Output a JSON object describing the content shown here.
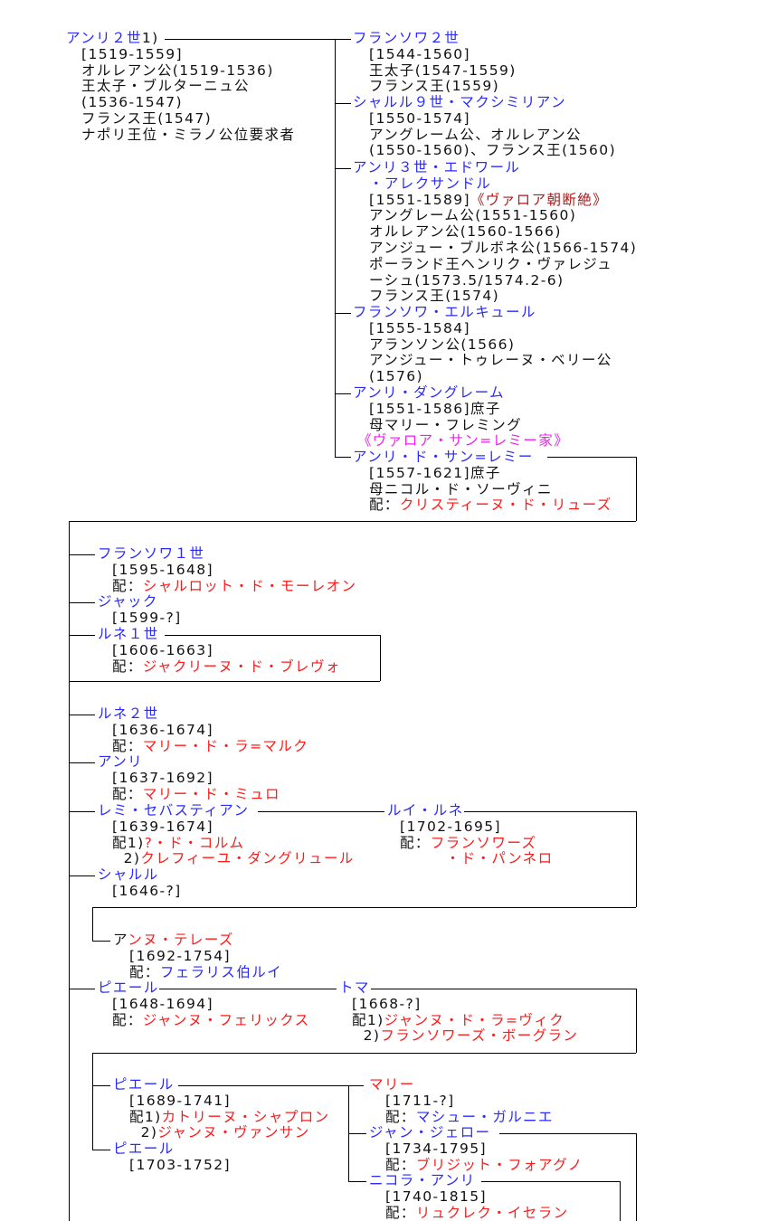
{
  "colors": {
    "k": "#111111",
    "b": "#2a2aff",
    "r": "#ff1a1a",
    "dr": "#b01818",
    "p": "#f01ef0"
  },
  "blocks": [
    {
      "lines": [
        [
          [
            "b",
            "アンリ２世"
          ],
          [
            "k",
            "1)"
          ]
        ],
        [
          [
            "k",
            "[1519-1559]"
          ]
        ],
        [
          [
            "k",
            "オルレアン公(1519-1536)"
          ]
        ],
        [
          [
            "k",
            "王太子・ブルターニュ公"
          ]
        ],
        [
          [
            "k",
            "(1536-1547)"
          ]
        ],
        [
          [
            "k",
            "フランス王(1547)"
          ]
        ],
        [
          [
            "k",
            "ナポリ王位・ミラノ公位要求者"
          ]
        ]
      ]
    },
    {
      "lines": [
        [
          [
            "b",
            "フランソワ２世"
          ]
        ],
        [
          [
            "k",
            "[1544-1560]"
          ]
        ],
        [
          [
            "k",
            "王太子(1547-1559)"
          ]
        ],
        [
          [
            "k",
            "フランス王(1559)"
          ]
        ]
      ]
    },
    {
      "lines": [
        [
          [
            "b",
            "シャルル９世・マクシミリアン"
          ]
        ],
        [
          [
            "k",
            "[1550-1574]"
          ]
        ],
        [
          [
            "k",
            "アングレーム公、オルレアン公"
          ]
        ],
        [
          [
            "k",
            "(1550-1560)、フランス王(1560)"
          ]
        ]
      ]
    },
    {
      "lines": [
        [
          [
            "b",
            "アンリ３世・エドワール"
          ]
        ],
        [
          [
            "b",
            "・アレクサンドル"
          ]
        ],
        [
          [
            "k",
            "[1551-1589]"
          ],
          [
            "dr",
            "《ヴァロア朝断絶》"
          ]
        ],
        [
          [
            "k",
            "アングレーム公(1551-1560)"
          ]
        ],
        [
          [
            "k",
            "オルレアン公(1560-1566)"
          ]
        ],
        [
          [
            "k",
            "アンジュー・ブルボネ公(1566-1574)"
          ]
        ],
        [
          [
            "k",
            "ポーランド王ヘンリク・ヴァレジュ"
          ]
        ],
        [
          [
            "k",
            "ーシュ(1573.5/1574.2-6)"
          ]
        ],
        [
          [
            "k",
            "フランス王(1574)"
          ]
        ]
      ]
    },
    {
      "lines": [
        [
          [
            "b",
            "フランソワ・エルキュール"
          ]
        ],
        [
          [
            "k",
            "[1555-1584]"
          ]
        ],
        [
          [
            "k",
            "アランソン公(1566)"
          ]
        ],
        [
          [
            "k",
            "アンジュー・トゥレーヌ・ベリー公"
          ]
        ],
        [
          [
            "k",
            "(1576)"
          ]
        ]
      ]
    },
    {
      "lines": [
        [
          [
            "b",
            "アンリ・ダングレーム"
          ]
        ],
        [
          [
            "k",
            "[1551-1586]庶子"
          ]
        ],
        [
          [
            "k",
            "母マリー・フレミング"
          ]
        ]
      ]
    },
    {
      "lines": [
        [
          [
            "p",
            "《ヴァロア・サン=レミー家》"
          ]
        ]
      ]
    },
    {
      "lines": [
        [
          [
            "b",
            "アンリ・ド・サン=レミー"
          ]
        ],
        [
          [
            "k",
            "[1557-1621]庶子"
          ]
        ],
        [
          [
            "k",
            "母ニコル・ド・ソーヴィニ"
          ]
        ],
        [
          [
            "k",
            "配："
          ],
          [
            "r",
            "クリスティーヌ・ド・リューズ"
          ]
        ]
      ]
    },
    {
      "lines": [
        [
          [
            "b",
            "フランソワ１世"
          ]
        ],
        [
          [
            "k",
            "[1595-1648]"
          ]
        ],
        [
          [
            "k",
            "配："
          ],
          [
            "r",
            "シャルロット・ド・モーレオン"
          ]
        ]
      ]
    },
    {
      "lines": [
        [
          [
            "b",
            "ジャック"
          ]
        ],
        [
          [
            "k",
            "[1599-?]"
          ]
        ]
      ]
    },
    {
      "lines": [
        [
          [
            "b",
            "ルネ１世"
          ]
        ],
        [
          [
            "k",
            "[1606-1663]"
          ]
        ],
        [
          [
            "k",
            "配："
          ],
          [
            "r",
            "ジャクリーヌ・ド・ブレヴォ"
          ]
        ]
      ]
    },
    {
      "lines": [
        [
          [
            "b",
            "ルネ２世"
          ]
        ],
        [
          [
            "k",
            "[1636-1674]"
          ]
        ],
        [
          [
            "k",
            "配："
          ],
          [
            "r",
            "マリー・ド・ラ=マルク"
          ]
        ]
      ]
    },
    {
      "lines": [
        [
          [
            "b",
            "アンリ"
          ]
        ],
        [
          [
            "k",
            "[1637-1692]"
          ]
        ],
        [
          [
            "k",
            "配："
          ],
          [
            "r",
            "マリー・ド・ミュロ"
          ]
        ]
      ]
    },
    {
      "lines": [
        [
          [
            "b",
            "レミ・セバスティアン"
          ]
        ],
        [
          [
            "k",
            "[1639-1674]"
          ]
        ],
        [
          [
            "k",
            "配1)"
          ],
          [
            "r",
            "?・ド・コルム"
          ]
        ],
        [
          [
            "k",
            "  2)"
          ],
          [
            "r",
            "クレフィーユ・ダングリュール"
          ]
        ]
      ]
    },
    {
      "lines": [
        [
          [
            "b",
            "ルイ・ルネ"
          ]
        ],
        [
          [
            "k",
            "[1702-1695]"
          ]
        ],
        [
          [
            "k",
            "配："
          ],
          [
            "r",
            "フランソワーズ"
          ]
        ],
        [
          [
            "r",
            "　　　・ド・パンネロ"
          ]
        ]
      ]
    },
    {
      "lines": [
        [
          [
            "b",
            "シャルル"
          ]
        ],
        [
          [
            "k",
            "[1646-?]"
          ]
        ]
      ]
    },
    {
      "lines": [
        [
          [
            "k",
            "ア"
          ],
          [
            "r",
            "ンヌ・テレーズ"
          ]
        ],
        [
          [
            "k",
            "[1692-1754]"
          ]
        ],
        [
          [
            "k",
            "配："
          ],
          [
            "b",
            "フェラリス伯ルイ"
          ]
        ]
      ]
    },
    {
      "lines": [
        [
          [
            "b",
            "ピエール"
          ]
        ],
        [
          [
            "k",
            "[1648-1694]"
          ]
        ],
        [
          [
            "k",
            "配："
          ],
          [
            "r",
            "ジャンヌ・フェリックス"
          ]
        ]
      ]
    },
    {
      "lines": [
        [
          [
            "b",
            "トマ"
          ]
        ],
        [
          [
            "k",
            "[1668-?]"
          ]
        ],
        [
          [
            "k",
            "配1)"
          ],
          [
            "r",
            "ジャンヌ・ド・ラ=ヴィク"
          ]
        ],
        [
          [
            "k",
            "  2)"
          ],
          [
            "r",
            "フランソワーズ・ボーグラン"
          ]
        ]
      ]
    },
    {
      "lines": [
        [
          [
            "b",
            "ピエール"
          ]
        ],
        [
          [
            "k",
            "[1689-1741]"
          ]
        ],
        [
          [
            "k",
            "配1)"
          ],
          [
            "r",
            "カトリーヌ・シャプロン"
          ]
        ],
        [
          [
            "k",
            "  2)"
          ],
          [
            "r",
            "ジャンヌ・ヴァンサン"
          ]
        ]
      ]
    },
    {
      "lines": [
        [
          [
            "b",
            "ピエール"
          ]
        ],
        [
          [
            "k",
            "[1703-1752]"
          ]
        ]
      ]
    },
    {
      "lines": [
        [
          [
            "r",
            "マリー"
          ]
        ],
        [
          [
            "k",
            "[1711-?]"
          ]
        ],
        [
          [
            "k",
            "配："
          ],
          [
            "b",
            "マシュー・ガルニエ"
          ]
        ]
      ]
    },
    {
      "lines": [
        [
          [
            "b",
            "ジャン・ジェロー"
          ]
        ],
        [
          [
            "k",
            "[1734-1795]"
          ]
        ],
        [
          [
            "k",
            "配："
          ],
          [
            "r",
            "ブリジット・フォアグノ"
          ]
        ]
      ]
    },
    {
      "lines": [
        [
          [
            "b",
            "ニコラ・アンリ"
          ]
        ],
        [
          [
            "k",
            "[1740-1815]"
          ]
        ],
        [
          [
            "k",
            "配："
          ],
          [
            "r",
            "リュクレク・イセラン"
          ]
        ]
      ]
    }
  ]
}
